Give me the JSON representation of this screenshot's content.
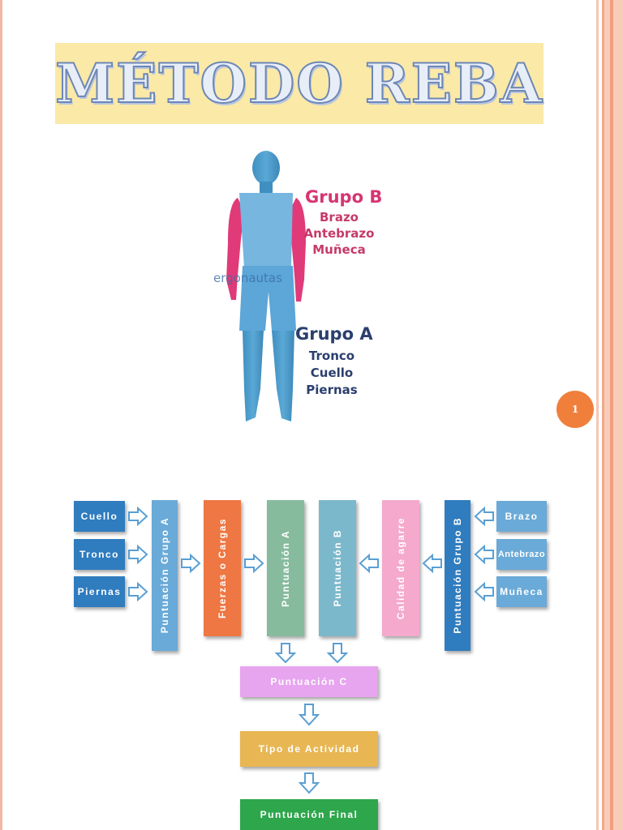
{
  "title": "MÉTODO REBA",
  "page_number": "1",
  "figure": {
    "group_b": {
      "title": "Grupo B",
      "items": [
        "Brazo",
        "Antebrazo",
        "Muñeca"
      ]
    },
    "group_a": {
      "title": "Grupo A",
      "items": [
        "Tronco",
        "Cuello",
        "Piernas"
      ]
    },
    "watermark": "ergonautas"
  },
  "flowchart": {
    "left_inputs": [
      "Cuello",
      "Tronco",
      "Piernas"
    ],
    "right_inputs": [
      "Brazo",
      "Antebrazo",
      "Muñeca"
    ],
    "columns": [
      "Puntuación Grupo A",
      "Fuerzas o Cargas",
      "Puntuación A",
      "Puntuación B",
      "Calidad de agarre",
      "Puntuación Grupo B"
    ],
    "stages": [
      "Puntuación C",
      "Tipo de Actividad",
      "Puntuación Final"
    ]
  },
  "colors": {
    "blue_dark": "#2f7cbf",
    "blue_light": "#6aaad8",
    "orange": "#ee7743",
    "green_gray": "#86bb9e",
    "teal": "#7cb8cc",
    "pink": "#f4a9cd",
    "lilac": "#e6a5ee",
    "gold": "#e8b653",
    "green": "#2ea64c"
  }
}
